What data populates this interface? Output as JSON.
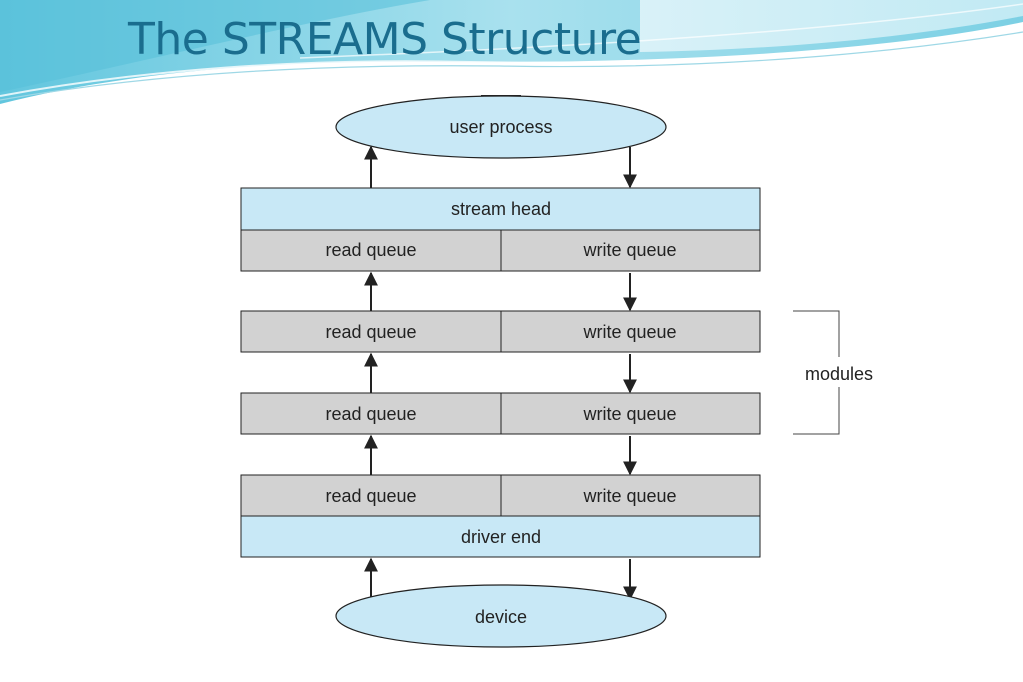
{
  "slide": {
    "title": "The STREAMS Structure"
  },
  "diagram": {
    "user_process": "user process",
    "stream_head": "stream head",
    "read_queue": "read queue",
    "write_queue": "write queue",
    "modules": "modules",
    "driver_end": "driver end",
    "device": "device"
  },
  "colors": {
    "title": "#1a6d8e",
    "light_blue_fill": "#c8e8f6",
    "queue_gray": "#d2d2d2",
    "outline": "#222222",
    "wave_teal": "#7fd0e3"
  }
}
